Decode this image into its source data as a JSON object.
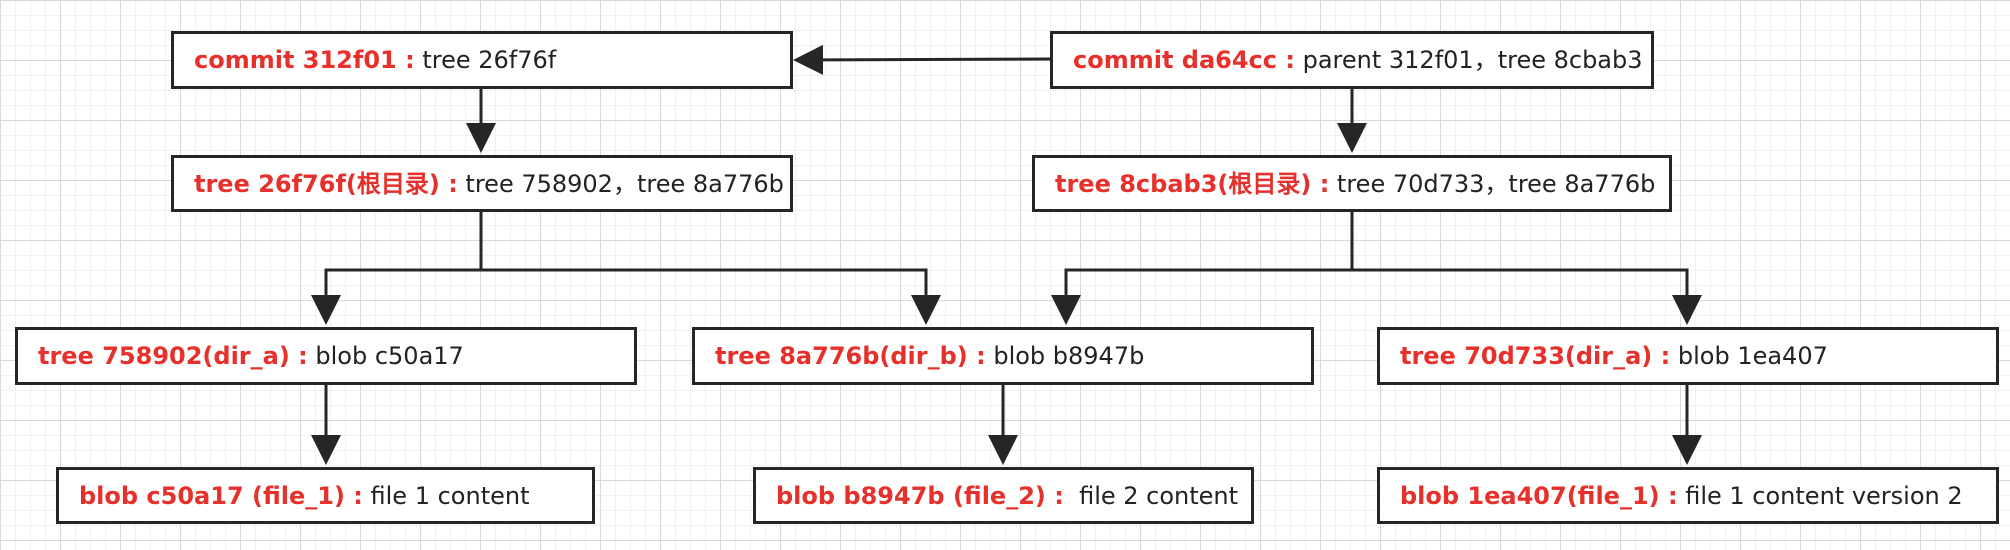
{
  "colors": {
    "key_text": "#e6302b",
    "value_text": "#222222",
    "border": "#262626",
    "arrow": "#262626",
    "grid": "#d9d9d9"
  },
  "nodes": {
    "commit_312f01": {
      "key": "commit 312f01 :",
      "value": " tree 26f76f"
    },
    "commit_da64cc": {
      "key": "commit da64cc :",
      "value": " parent 312f01，tree 8cbab3"
    },
    "tree_26f76f": {
      "key": "tree 26f76f(根目录) :",
      "value": " tree 758902，tree 8a776b"
    },
    "tree_8cbab3": {
      "key": "tree 8cbab3(根目录) :",
      "value": " tree 70d733，tree 8a776b"
    },
    "tree_758902": {
      "key": "tree 758902(dir_a) :",
      "value": " blob c50a17"
    },
    "tree_8a776b": {
      "key": "tree 8a776b(dir_b) :",
      "value": " blob b8947b"
    },
    "tree_70d733": {
      "key": "tree 70d733(dir_a) :",
      "value": " blob 1ea407"
    },
    "blob_c50a17": {
      "key": "blob c50a17 (file_1) :",
      "value": " file 1 content"
    },
    "blob_b8947b": {
      "key": "blob b8947b (file_2) :",
      "value": "  file 2 content"
    },
    "blob_1ea407": {
      "key": "blob 1ea407(file_1) :",
      "value": " file 1 content version 2"
    }
  }
}
